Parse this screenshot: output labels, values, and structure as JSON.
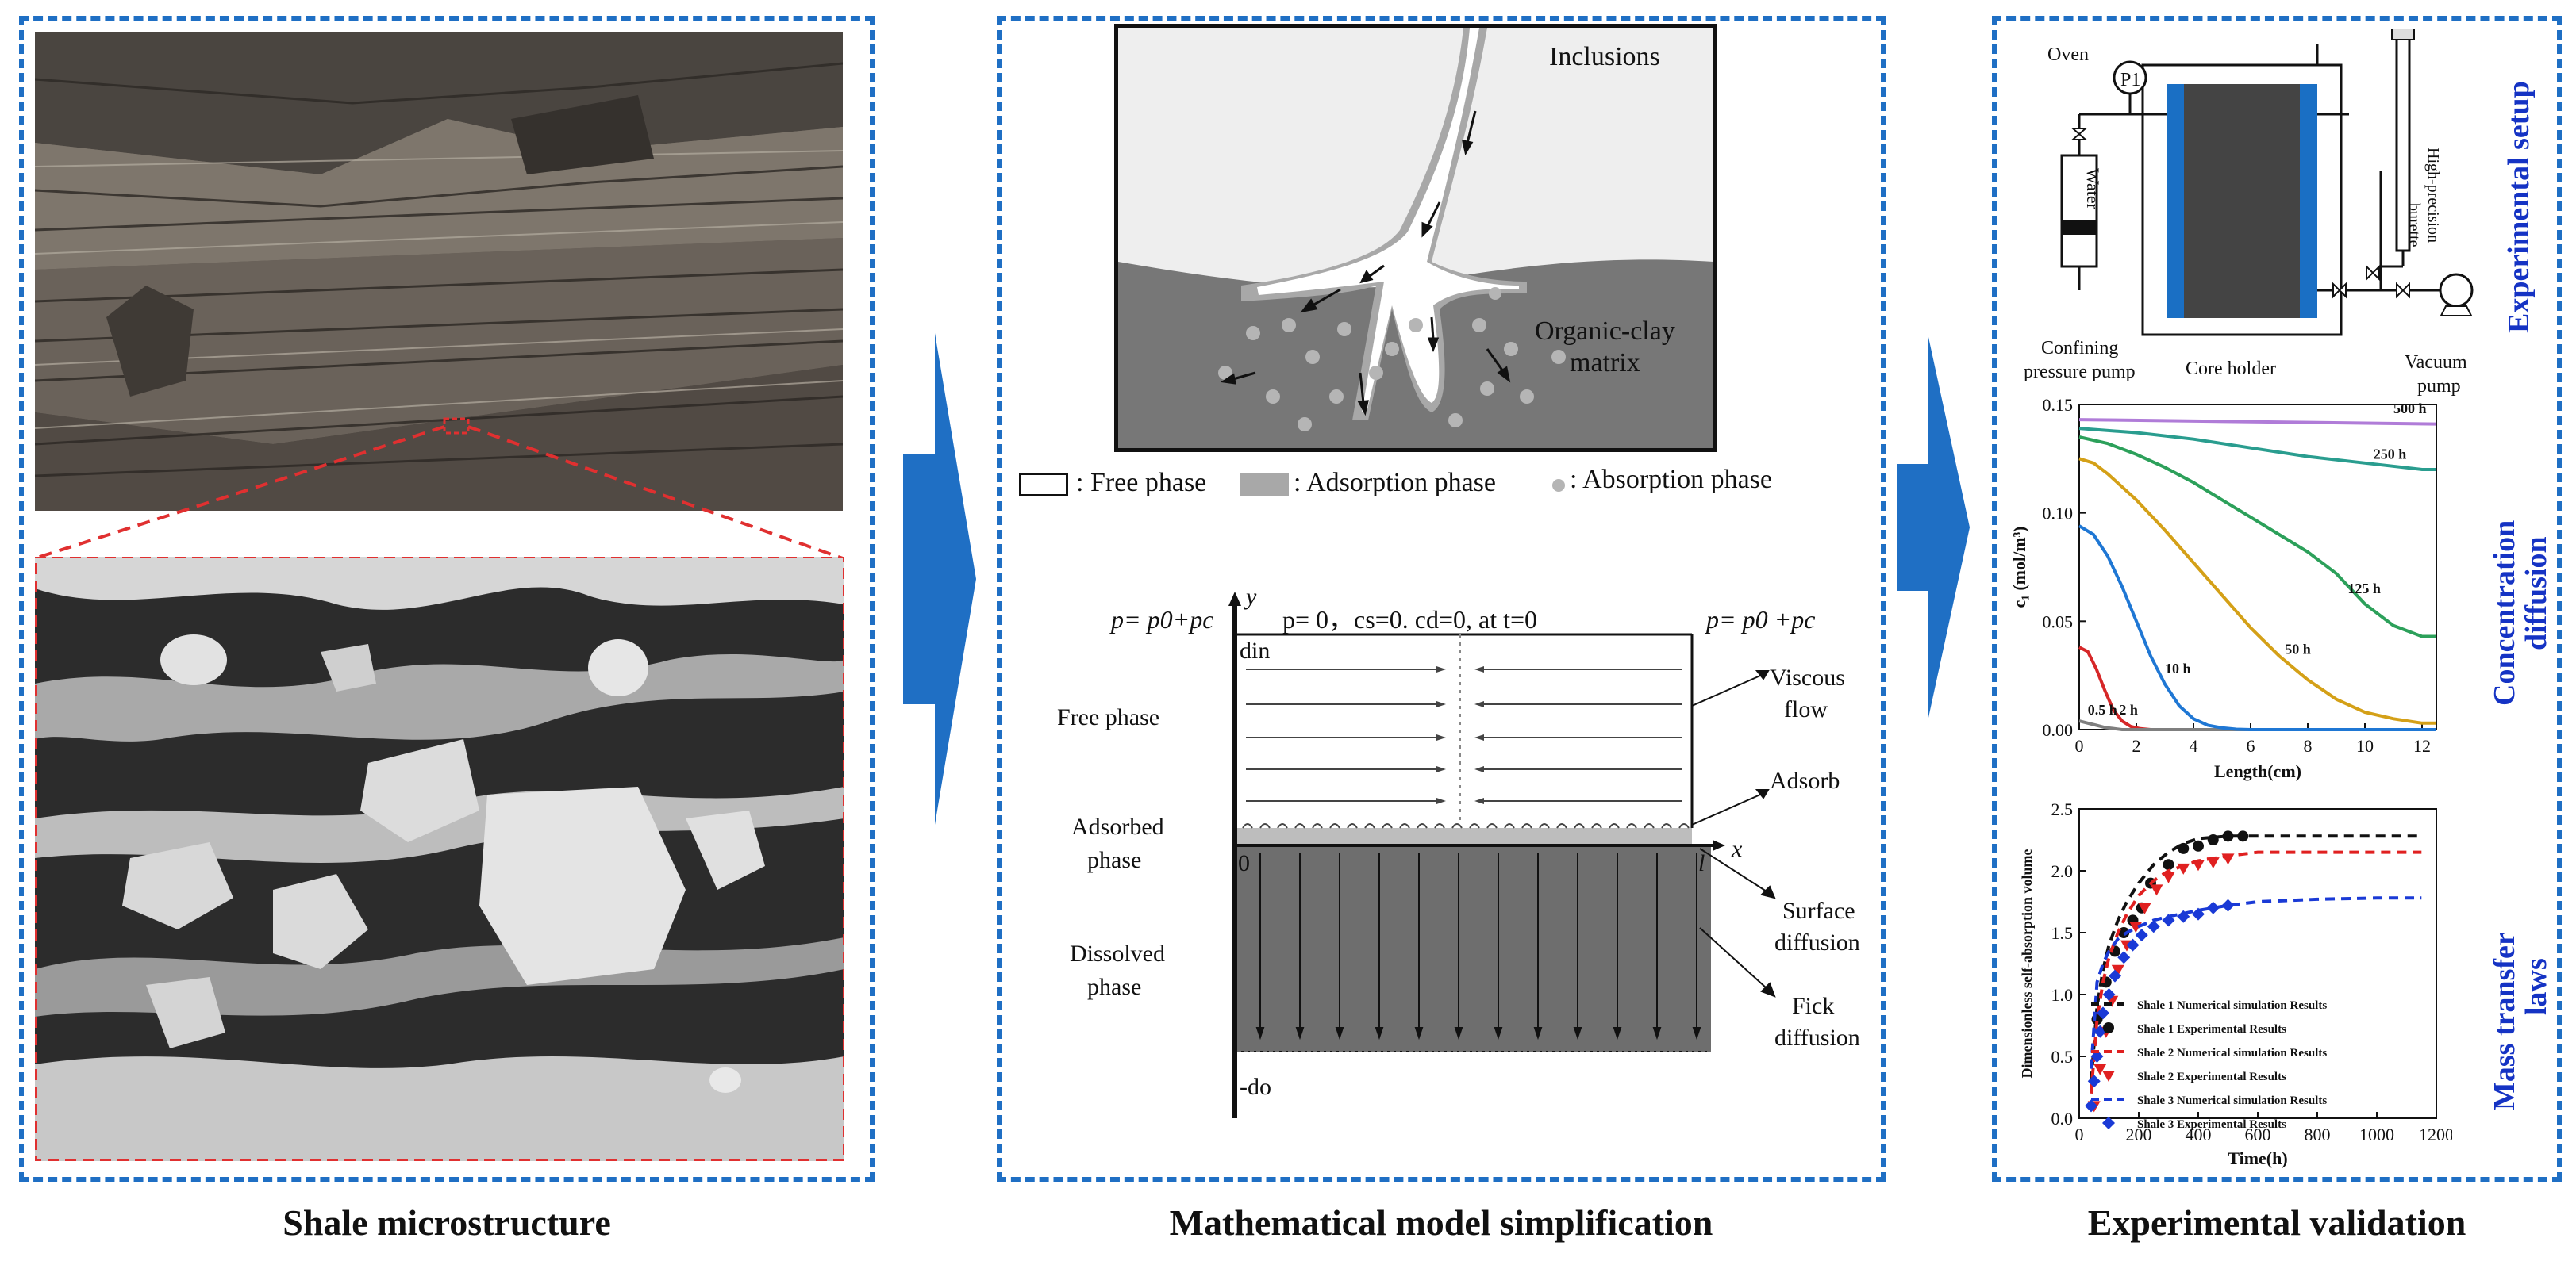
{
  "captions": {
    "left": "Shale microstructure",
    "middle": "Mathematical model simplification",
    "right": "Experimental validation"
  },
  "colors": {
    "panel_border": "#1f6fc4",
    "arrow": "#1f6fc4",
    "red_dash": "#e03030",
    "matrix_gray": "#777777",
    "inclusion_bg": "#eeeeee"
  },
  "pore_model": {
    "inclusions": "Inclusions",
    "matrix_line1": "Organic-clay",
    "matrix_line2": "matrix",
    "legend_free": ": Free phase",
    "legend_adsorption": ": Adsorption phase",
    "legend_absorption": ": Absorption phase"
  },
  "slab_model": {
    "left_bc": "p= p0+pc",
    "top_bc": "p= 0，cs=0. cd=0, at t=0",
    "right_bc": "p= p0 +pc",
    "y_axis": "y",
    "x_axis": "x",
    "origin": "0",
    "length": "l",
    "d_in": "din",
    "d_o": "-do",
    "free_phase": "Free phase",
    "adsorbed_phase_1": "Adsorbed",
    "adsorbed_phase_2": "phase",
    "dissolved_phase_1": "Dissolved",
    "dissolved_phase_2": "phase",
    "viscous_1": "Viscous",
    "viscous_2": "flow",
    "adsorb": "Adsorb",
    "surface_1": "Surface",
    "surface_2": "diffusion",
    "fick_1": "Fick",
    "fick_2": "diffusion"
  },
  "setup": {
    "oven": "Oven",
    "gauge": "P1",
    "water": "Water",
    "burette_1": "High-precision",
    "burette_2": "burette",
    "confining_1": "Confining",
    "confining_2": "pressure pump",
    "core_holder": "Core holder",
    "vacuum_1": "Vacuum",
    "vacuum_2": "pump",
    "side_label": "Experimental setup"
  },
  "side_labels": {
    "concentration_1": "Concentration",
    "concentration_2": "diffusion",
    "mass_1": "Mass transfer",
    "mass_2": "laws"
  },
  "chart_data": [
    {
      "type": "line",
      "xlabel": "Length(cm)",
      "ylabel": "c₁ (mol/m³)",
      "xlim": [
        0,
        12.5
      ],
      "ylim": [
        0,
        0.15
      ],
      "xticks": [
        "0",
        "2",
        "4",
        "6",
        "8",
        "10",
        "12"
      ],
      "yticks": [
        "0.00",
        "0.05",
        "0.10",
        "0.15"
      ],
      "series": [
        {
          "name": "0.5 h",
          "color": "#d62728",
          "x": [
            0,
            0.3,
            0.6,
            0.9,
            1.2,
            1.5,
            1.8,
            2.1,
            2.5,
            3,
            12.5
          ],
          "values": [
            0.038,
            0.036,
            0.028,
            0.018,
            0.009,
            0.004,
            0.0015,
            0.0005,
            0.0,
            0.0,
            0.0
          ]
        },
        {
          "name": "2 h",
          "color": "#7f7f7f",
          "x": [
            0,
            0.3,
            0.6,
            0.9,
            1.2,
            1.5,
            2,
            12.5
          ],
          "values": [
            0.004,
            0.003,
            0.002,
            0.001,
            0.0005,
            0.0,
            0.0,
            0.0
          ]
        },
        {
          "name": "10 h",
          "color": "#1f77d4",
          "x": [
            0,
            0.5,
            1,
            1.5,
            2,
            2.5,
            3,
            3.5,
            4,
            4.5,
            5,
            5.5,
            6,
            12.5
          ],
          "values": [
            0.094,
            0.09,
            0.08,
            0.066,
            0.05,
            0.034,
            0.021,
            0.011,
            0.005,
            0.002,
            0.0008,
            0.0002,
            0.0,
            0.0
          ]
        },
        {
          "name": "50 h",
          "color": "#d4a017",
          "x": [
            0,
            0.5,
            1,
            2,
            3,
            4,
            5,
            6,
            7,
            8,
            9,
            10,
            11,
            12,
            12.5
          ],
          "values": [
            0.125,
            0.123,
            0.118,
            0.106,
            0.092,
            0.077,
            0.062,
            0.047,
            0.034,
            0.023,
            0.014,
            0.008,
            0.005,
            0.003,
            0.003
          ]
        },
        {
          "name": "125 h",
          "color": "#2ca05a",
          "x": [
            0,
            1,
            2,
            3,
            4,
            5,
            6,
            7,
            8,
            9,
            10,
            11,
            12,
            12.5
          ],
          "values": [
            0.135,
            0.132,
            0.127,
            0.121,
            0.114,
            0.106,
            0.098,
            0.09,
            0.082,
            0.072,
            0.058,
            0.048,
            0.043,
            0.043
          ]
        },
        {
          "name": "250 h",
          "color": "#2a9d8f",
          "x": [
            0,
            2,
            4,
            6,
            8,
            10,
            12,
            12.5
          ],
          "values": [
            0.139,
            0.137,
            0.134,
            0.13,
            0.126,
            0.123,
            0.12,
            0.12
          ]
        },
        {
          "name": "500 h",
          "color": "#b07cd8",
          "x": [
            0,
            12.5
          ],
          "values": [
            0.143,
            0.141
          ]
        }
      ]
    },
    {
      "type": "line",
      "xlabel": "Time(h)",
      "ylabel": "Dimensionless self-absorption volume",
      "xlim": [
        0,
        1200
      ],
      "ylim": [
        0,
        2.5
      ],
      "xticks": [
        "0",
        "200",
        "400",
        "600",
        "800",
        "1000",
        "1200"
      ],
      "yticks": [
        "0.0",
        "0.5",
        "1.0",
        "1.5",
        "2.0",
        "2.5"
      ],
      "series": [
        {
          "name": "Shale 1 Numerical simulation Results",
          "color": "#111111",
          "style": "dash",
          "x": [
            40,
            60,
            80,
            100,
            130,
            160,
            200,
            250,
            300,
            350,
            400,
            500,
            600,
            800,
            1000,
            1150
          ],
          "values": [
            0.3,
            0.9,
            1.2,
            1.4,
            1.6,
            1.75,
            1.9,
            2.05,
            2.15,
            2.22,
            2.26,
            2.28,
            2.28,
            2.28,
            2.28,
            2.28
          ]
        },
        {
          "name": "Shale 1 Experimental Results",
          "color": "#111111",
          "marker": "circle",
          "x": [
            60,
            90,
            120,
            150,
            180,
            210,
            240,
            300,
            350,
            400,
            450,
            500,
            550
          ],
          "values": [
            0.8,
            1.1,
            1.35,
            1.5,
            1.6,
            1.7,
            1.9,
            2.05,
            2.18,
            2.2,
            2.25,
            2.28,
            2.28
          ]
        },
        {
          "name": "Shale 2 Numerical simulation Results",
          "color": "#e02020",
          "style": "dash",
          "x": [
            40,
            60,
            80,
            100,
            130,
            160,
            200,
            250,
            300,
            400,
            500,
            600,
            800,
            1000,
            1150
          ],
          "values": [
            0.2,
            0.8,
            1.1,
            1.3,
            1.5,
            1.65,
            1.8,
            1.92,
            2.0,
            2.08,
            2.12,
            2.15,
            2.15,
            2.15,
            2.15
          ]
        },
        {
          "name": "Shale 2 Experimental Results",
          "color": "#e02020",
          "marker": "triangle",
          "x": [
            50,
            70,
            90,
            110,
            130,
            160,
            190,
            220,
            260,
            300,
            350,
            400,
            450,
            500
          ],
          "values": [
            0.1,
            0.4,
            0.7,
            0.95,
            1.2,
            1.4,
            1.55,
            1.7,
            1.85,
            1.95,
            2.02,
            2.05,
            2.07,
            2.1
          ]
        },
        {
          "name": "Shale 3 Numerical simulation Results",
          "color": "#1a3ad6",
          "style": "dash",
          "x": [
            40,
            60,
            80,
            100,
            130,
            160,
            200,
            250,
            300,
            400,
            500,
            600,
            800,
            1000,
            1150
          ],
          "values": [
            0.4,
            1.1,
            1.25,
            1.35,
            1.45,
            1.5,
            1.55,
            1.6,
            1.63,
            1.68,
            1.72,
            1.75,
            1.77,
            1.78,
            1.78
          ]
        },
        {
          "name": "Shale 3 Experimental Results",
          "color": "#1a3ad6",
          "marker": "diamond",
          "x": [
            40,
            50,
            60,
            70,
            80,
            100,
            120,
            150,
            180,
            210,
            250,
            300,
            350,
            400,
            450,
            500
          ],
          "values": [
            0.1,
            0.3,
            0.5,
            0.7,
            0.85,
            1.0,
            1.15,
            1.3,
            1.4,
            1.48,
            1.55,
            1.6,
            1.63,
            1.65,
            1.7,
            1.72
          ]
        }
      ]
    }
  ]
}
